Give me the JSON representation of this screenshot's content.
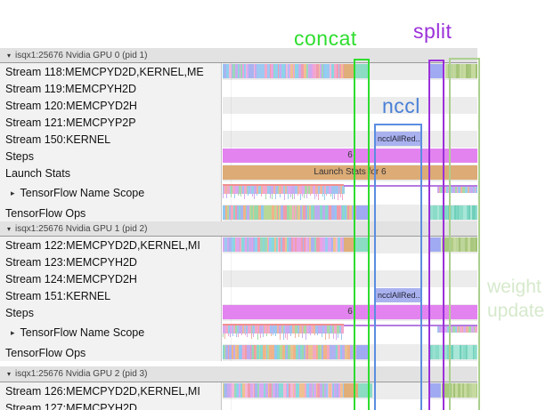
{
  "annotations": {
    "concat": {
      "label": "concat",
      "color": "#2edd2e"
    },
    "split": {
      "label": "split",
      "color": "#9b30d9"
    },
    "nccl": {
      "label": "nccl",
      "color": "#4a7fd6"
    },
    "weight_update": {
      "line1": "weight",
      "line2": "update",
      "color": "#d6e9cc"
    }
  },
  "timeline": {
    "steps_label": "6",
    "launch_stats_label": "Launch Stats for 6",
    "nccl_bar_label": "ncclAllRed..."
  },
  "colors": {
    "orange_segment": "#dfae79",
    "teal_segment": "#8bdcc2",
    "blue_segment": "#a0aaf2",
    "steps_bar": "#e383f0",
    "launch_bar": "#dcab76",
    "nccl_bar": "#a9b2ef",
    "olive_base": "#b3cd8c",
    "teal_ops_base": "#7fd8c4",
    "header_bg": "#e2e2e2",
    "label_bg": "#f2f2f2",
    "row_alt_bg": "#ececec",
    "concat_box": "#2edd2e",
    "split_box": "#9b30d9",
    "nccl_box": "#5b8de0",
    "weight_box": "#abd08e"
  },
  "sections": [
    {
      "header": "isqx1:25676 Nvidia GPU 0 (pid 1)",
      "rows": [
        {
          "label": "Stream 118:MEMCPYD2D,KERNEL,ME",
          "kind": "stream-main"
        },
        {
          "label": "Stream 119:MEMCPYH2D",
          "kind": "empty"
        },
        {
          "label": "Stream 120:MEMCPYD2H",
          "kind": "empty"
        },
        {
          "label": "Stream 121:MEMCPYP2P",
          "kind": "empty"
        },
        {
          "label": "Stream 150:KERNEL",
          "kind": "nccl"
        },
        {
          "label": "Steps",
          "kind": "steps"
        },
        {
          "label": "Launch Stats",
          "kind": "launch"
        },
        {
          "label": "TensorFlow Name Scope",
          "kind": "namescope",
          "expandable": true
        },
        {
          "label": "TensorFlow Ops",
          "kind": "ops"
        }
      ]
    },
    {
      "header": "isqx1:25676 Nvidia GPU 1 (pid 2)",
      "rows": [
        {
          "label": "Stream 122:MEMCPYD2D,KERNEL,MI",
          "kind": "stream-main"
        },
        {
          "label": "Stream 123:MEMCPYH2D",
          "kind": "empty"
        },
        {
          "label": "Stream 124:MEMCPYD2H",
          "kind": "empty"
        },
        {
          "label": "Stream 151:KERNEL",
          "kind": "nccl"
        },
        {
          "label": "Steps",
          "kind": "steps"
        },
        {
          "label": "TensorFlow Name Scope",
          "kind": "namescope",
          "expandable": true
        },
        {
          "label": "TensorFlow Ops",
          "kind": "ops"
        }
      ]
    },
    {
      "header": "isqx1:25676 Nvidia GPU 2 (pid 3)",
      "rows": [
        {
          "label": "Stream 126:MEMCPYD2D,KERNEL,MI",
          "kind": "stream-main"
        },
        {
          "label": "Stream 127:MEMCPYH2D",
          "kind": "empty"
        }
      ]
    }
  ]
}
